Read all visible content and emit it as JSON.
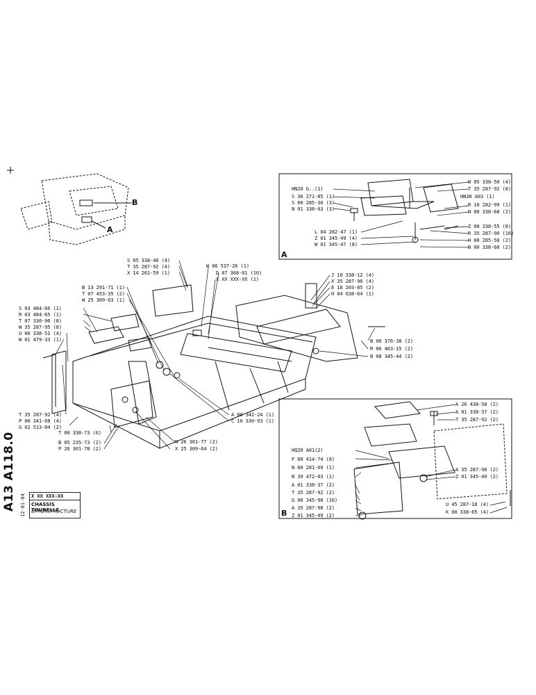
{
  "sheet": {
    "code": "A13 A118.0",
    "date": "12-01-84",
    "part_ref": "X XX  XXX-XX",
    "title_fr": "CHASSIS TOURELLE",
    "title_en": "UPPERSTRUCTURE"
  },
  "callouts": {
    "overview_b": "B",
    "overview_a": "A",
    "detail_a": "A",
    "detail_b": "B"
  },
  "labels_main_left": [
    "S 05 338-46 (4)",
    "T 35 287-92 (4)",
    "X 14 261-59 (1)",
    "B 13 291-71 (1)",
    "T 07 453-35 (2)",
    "W 25 309-63 (1)",
    "S 03 484-66 (1)",
    "R 03 484-65 (1)",
    "T 07 330-96 (8)",
    "W 35 287-95 (8)",
    "U 00 338-51 (4)",
    "W 01 479-33 (1)",
    "T 35 287-92 (4)",
    "P 00 341-68 (4)",
    "G 02 513-04 (2)",
    "T 00 338-73 (6)",
    "B 05 235-73 (2)",
    "P 26 301-78 (2)"
  ],
  "labels_main_center": [
    "W 06 537-26 (1)",
    "D 07 368-01 (10)",
    "X XX XXX-XX (1)",
    "N 26 301-77 (2)",
    "X 25 309-64 (2)",
    "A 00 342-24 (1)",
    "C 10 330-93 (1)"
  ],
  "labels_main_right": [
    "J 10 338-12 (4)",
    "X 35 287-96 (4)",
    "E 18 203-85 (2)",
    "H 04 038-64 (1)",
    "B 00 376-38 (2)",
    "R 06 463-15 (2)",
    "N 08 345-44 (2)"
  ],
  "labels_detail_a_left": [
    "HN20 G..(1)",
    "S 36 271-85 (1)",
    "S 00 285-30 (3)",
    "N 01 338-03 (3)",
    "L 04 282-47 (1)",
    "Z 01 345-49 (4)",
    "W 01 345-47 (8)"
  ],
  "labels_detail_a_right": [
    "W 05 338-50 (4)",
    "T 35 287-92 (8)",
    "HN30 A03 (1)",
    "R 10 282-99 (1)",
    "N 00 338-68 (2)",
    "Z 00 338-55 (8)",
    "R 35 287-90 (16)",
    "H 00 285-50 (2)",
    "N 00 338-68 (2)"
  ],
  "labels_detail_b_left": [
    "HQ20 A01(2)",
    "F 00 414-74 (8)",
    "N 60 281-69 (1)",
    "N 39 472-03 (1)",
    "A 01 338-37 (2)",
    "T 35 287-92 (2)",
    "G 00 345-98 (16)",
    "A 35 287-98 (2)",
    "Z 01 345-49 (2)"
  ],
  "labels_detail_b_right": [
    "A 26 438-58 (2)",
    "A 01 338-37 (2)",
    "T 35 287-92 (2)",
    "A 35 287-98 (2)",
    "Z 01 345-49 (2)",
    "U 45 287-18 (4)",
    "K 00 338-65 (4)"
  ]
}
